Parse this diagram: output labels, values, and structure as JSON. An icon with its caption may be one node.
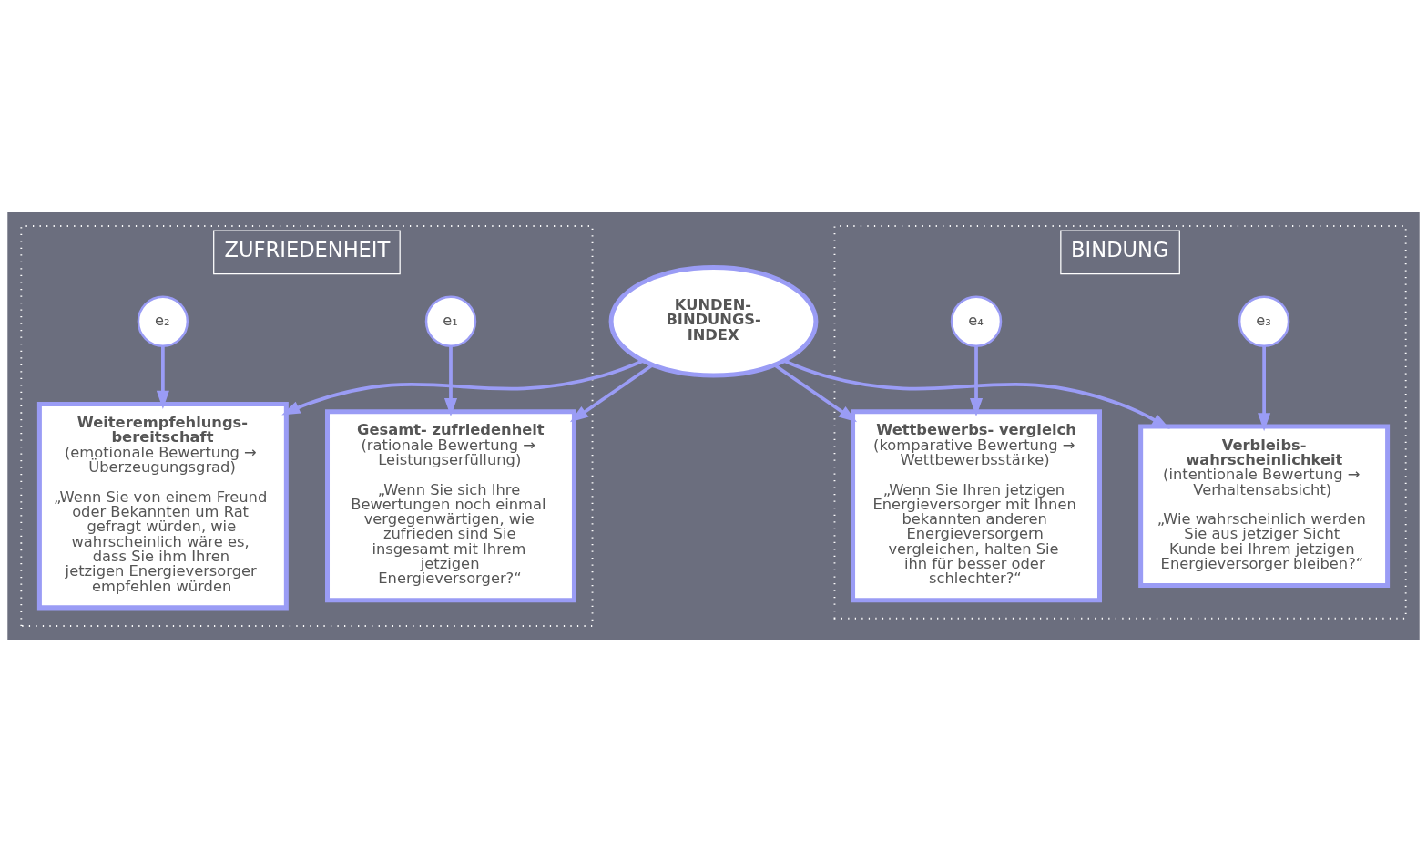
{
  "diagram": {
    "nodes": [
      {
        "text": [
          "ZUFRIEDENHEIT"
        ]
      },
      {
        "text": [
          "e₁"
        ],
        "in": 0
      },
      {
        "text": [
          "Gesamt- zufriedenheit",
          "(rationale Bewertung → Leistungserfüllung)",
          "„Wenn Sie sich Ihre Bewertungen noch einmal vergegenwärtigen, wie zufrieden sind Sie insgesamt mit Ihrem jetzigen Energieversorger?“"
        ],
        "in": 0
      },
      {
        "text": [
          "e₂"
        ],
        "in": 0
      },
      {
        "text": [
          "Weiterempfehlungs- bereitschaft",
          "(emotionale Bewertung → Überzeugungsgrad)",
          "„Wenn Sie von einem Freund oder Bekannten um Rat gefragt würden, wie wahrscheinlich wäre es, dass Sie ihm Ihren jetzigen Energieversorger empfehlen würden"
        ],
        "in": 0
      },
      {
        "text": [
          "BINDUNG"
        ]
      },
      {
        "text": [
          "e₃"
        ],
        "in": 5
      },
      {
        "text": [
          "Verbleibs- wahrscheinlichkeit",
          "(intentionale Bewertung → Verhaltensabsicht)",
          "„Wie wahrscheinlich werden Sie aus jetziger Sicht Kunde bei Ihrem jetzigen Energieversorger bleiben?“"
        ],
        "in": 5
      },
      {
        "text": [
          "e₄"
        ],
        "in": 5
      },
      {
        "text": [
          "Wettbewerbs- vergleich",
          "(komparative Bewertung → Wettbewerbsstärke)",
          "„Wenn Sie Ihren jetzigen Energieversorger mit Ihnen bekannten anderen Energieversorgern vergleichen, halten Sie ihn für besser oder schlechter?“"
        ],
        "in": 5
      },
      {
        "text": [
          "KUNDEN- BINDUNGS- INDEX"
        ]
      }
    ],
    "edges": [
      {
        "from": 1,
        "to": 2,
        "arrow": "to"
      },
      {
        "from": 3,
        "to": 4,
        "arrow": "to"
      },
      {
        "from": 6,
        "to": 7,
        "arrow": "to"
      },
      {
        "from": 8,
        "to": 9,
        "arrow": "to"
      },
      {
        "from": 10,
        "to": 2,
        "arrow": "to"
      },
      {
        "from": 10,
        "to": 4,
        "arrow": "to"
      },
      {
        "from": 10,
        "to": 7,
        "arrow": "to"
      },
      {
        "from": 10,
        "to": 9,
        "arrow": "to"
      }
    ]
  }
}
